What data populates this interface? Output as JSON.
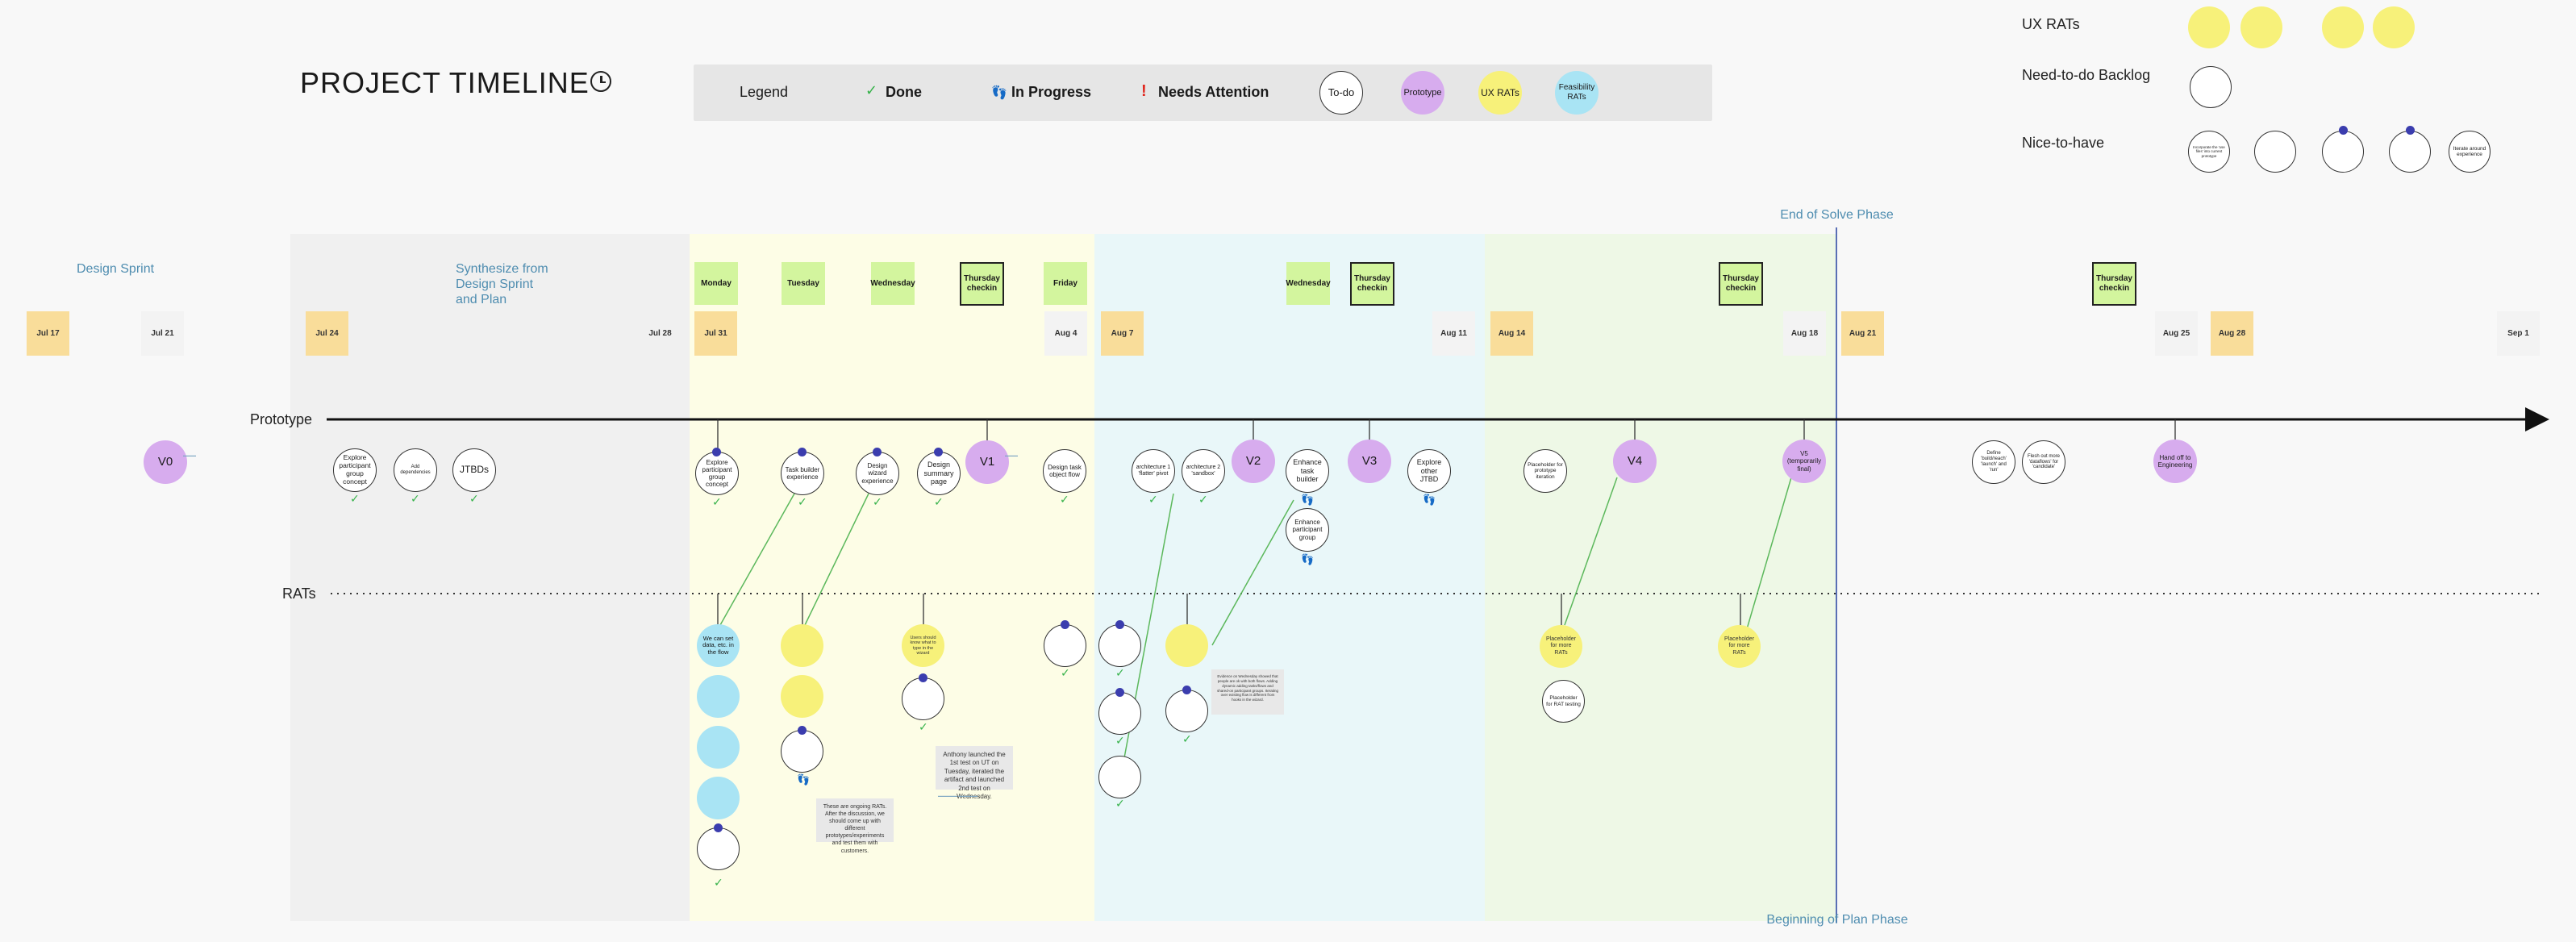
{
  "title": "PROJECT TIMELINE",
  "legend": {
    "label": "Legend",
    "done": "Done",
    "in_progress": "In Progress",
    "needs_attention": "Needs Attention",
    "todo": "To-do",
    "prototype": "Prototype",
    "ux_rats": "UX RATs",
    "feasibility_rats": "Feasibility RATs"
  },
  "sections": {
    "ux_rats": "UX RATs",
    "backlog": "Need-to-do Backlog",
    "nice": "Nice-to-have"
  },
  "nice_items": [
    "Incorporate the 'use files' into current prototype",
    "",
    "",
    "",
    "Iterate around experience"
  ],
  "backlog_items": [
    ""
  ],
  "phases": {
    "solve_end": "End of Solve Phase",
    "plan_begin": "Beginning of Plan Phase"
  },
  "sprints": {
    "design_sprint": "Design Sprint",
    "synthesize": [
      "Synthesize from",
      "Design Sprint",
      "and Plan"
    ]
  },
  "dates": [
    "Jul 17",
    "Jul 21",
    "Jul 24",
    "Jul 28",
    "Jul 31",
    "Aug 4",
    "Aug 7",
    "Aug 11",
    "Aug 14",
    "Aug 18",
    "Aug 21",
    "Aug 25",
    "Aug 28",
    "Sep 1"
  ],
  "days": [
    "Monday",
    "Tuesday",
    "Wednesday",
    "Thursday checkin",
    "Friday",
    "Wednesday",
    "Thursday checkin",
    "Thursday checkin",
    "Thursday checkin"
  ],
  "rows": {
    "prototype": "Prototype",
    "rats": "RATs"
  },
  "prototypes": {
    "v0": "V0",
    "v1": "V1",
    "v2": "V2",
    "v3": "V3",
    "v4": "V4",
    "v5": "V5 (temporarily final)",
    "handoff": "Hand off to Engineering"
  },
  "todos": {
    "t1": "Explore participant group concept",
    "t2": "Add dependencies",
    "t3": "JTBDs",
    "t4": "Explore participant group concept",
    "t5": "Task builder experience",
    "t6": "Design wizard experience",
    "t7": "Design summary page",
    "t8": "Design task object flow",
    "t9": "architecture 1 'flatter' pivot",
    "t10": "architecture 2 'sandbox'",
    "t11": "Enhance task builder",
    "t12": "Enhance participant group",
    "t13": "Explore other JTBD",
    "t14": "Placeholder for prototype iteration",
    "t15": "Define 'build/reach' 'launch' and 'run'",
    "t16": "Flesh out more 'dataflows' for 'candidate'"
  },
  "rats": {
    "r1": "We can set data, etc. in the flow",
    "r2": "",
    "r3": "",
    "r4": "",
    "r5": "",
    "r6": "",
    "r7": "",
    "r8": "",
    "r9": "Users should know what to type in the wizard",
    "r10": "",
    "r11": "",
    "r12": "",
    "r13": "",
    "r14": "",
    "r15": "",
    "r16": "",
    "r17": "Placeholder for more RATs",
    "r18": "Placeholder for RAT testing",
    "r19": "Placeholder for more RATs"
  },
  "notes": {
    "n1": "These are ongoing RATs. After the discussion, we should come up with different prototypes/experiments and test them with customers.",
    "n2": "Anthony launched the 1st test on UT on Tuesday, iterated the artifact and launched 2nd test on Wednesday.",
    "n3": "Evidence on Wednesday showed that people are ok with both flows. Adding dynamic adding tasks/flows and shared-on participant groups. Iterating over existing flow is different from hooks in the wizard."
  }
}
